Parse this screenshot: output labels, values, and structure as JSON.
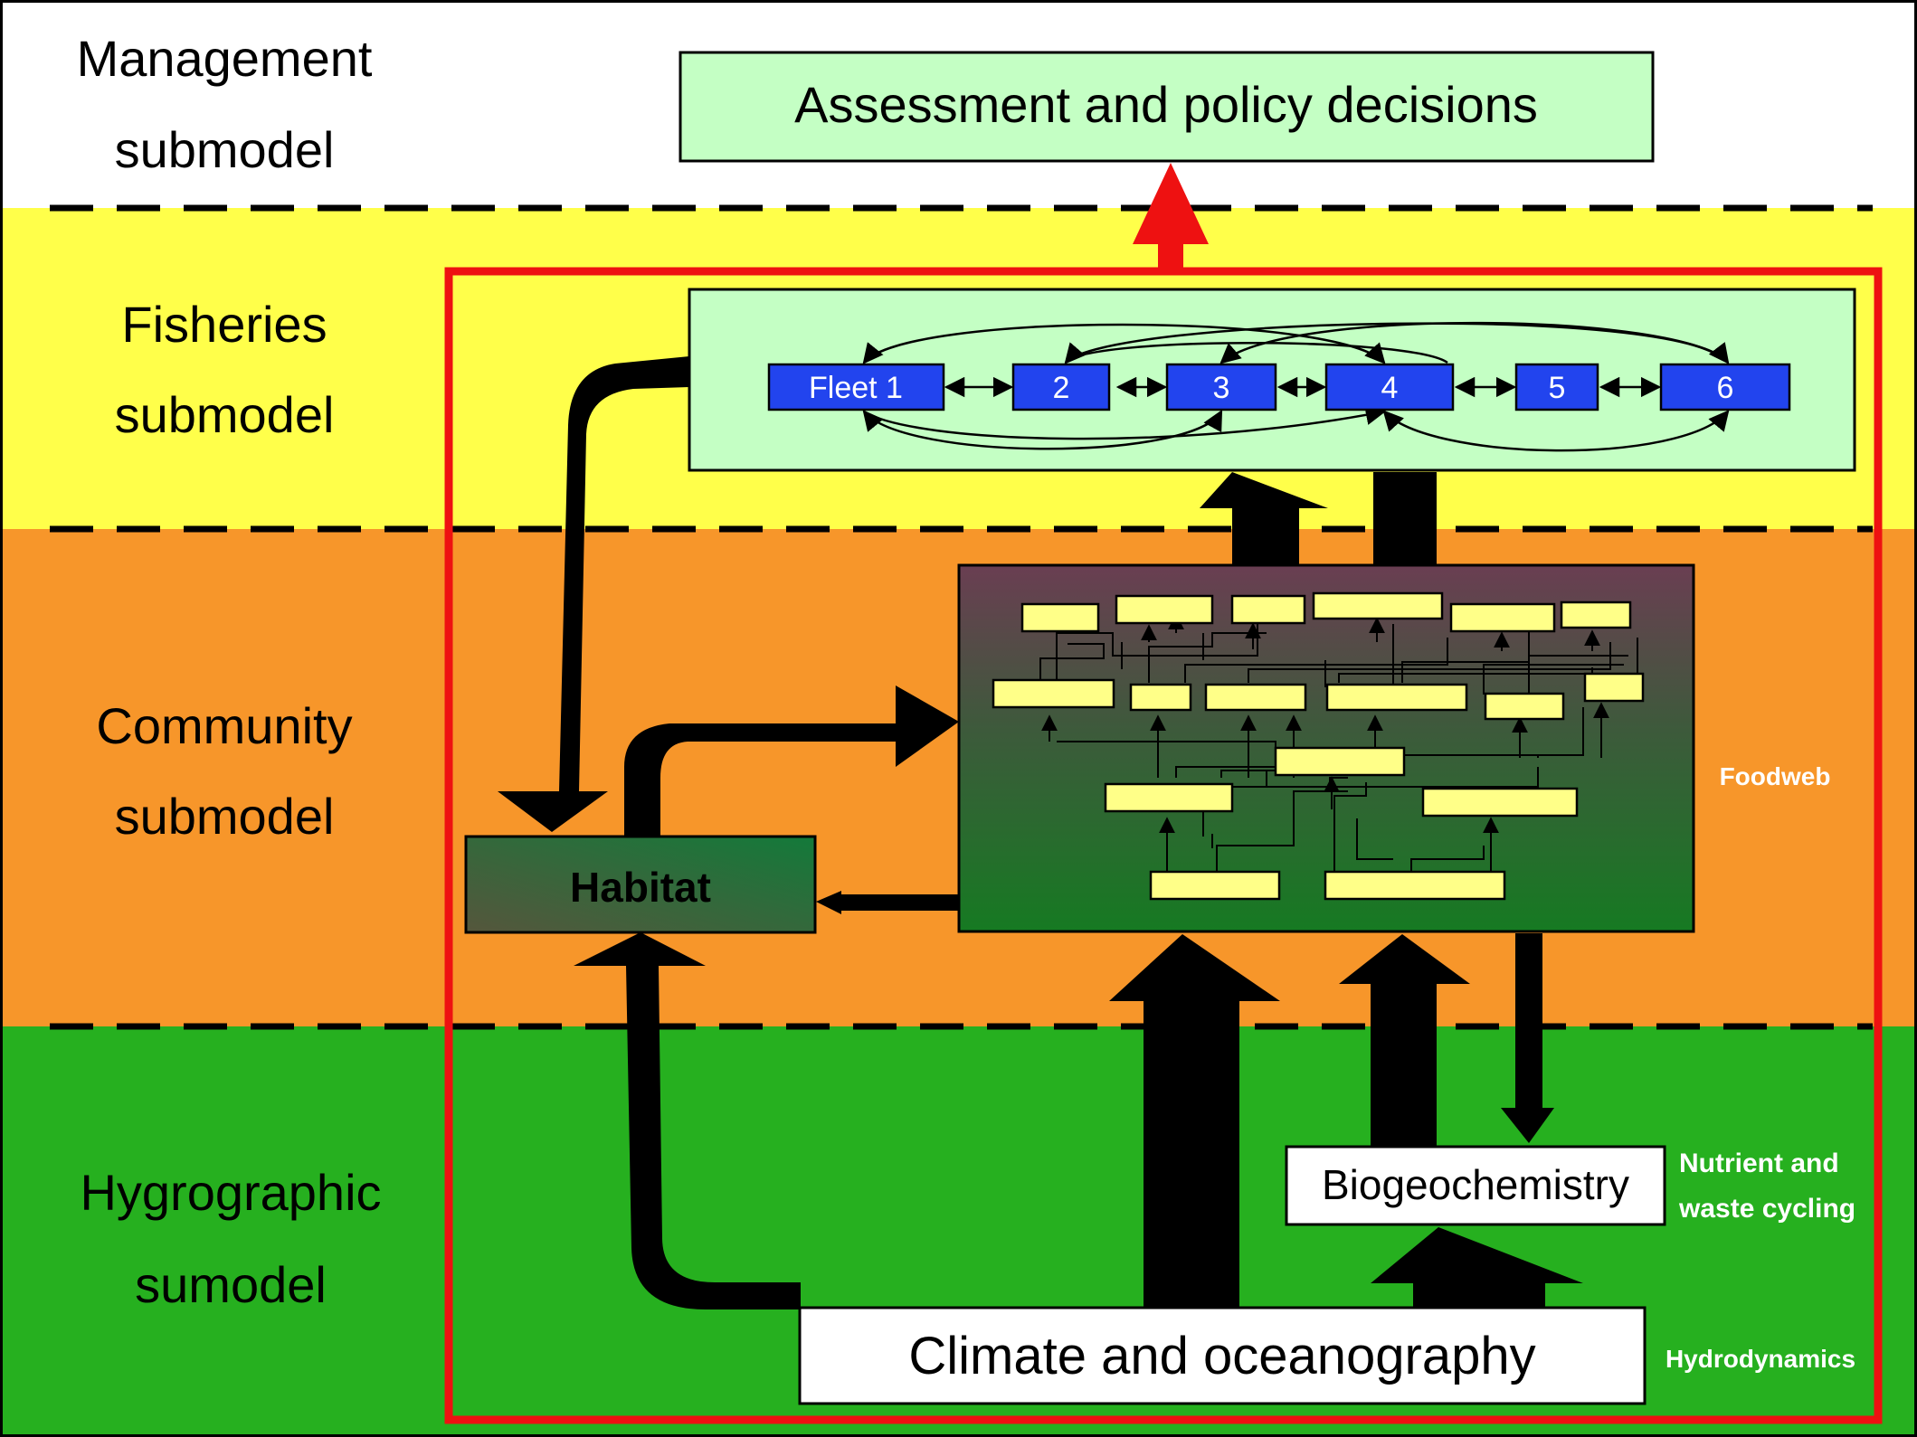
{
  "bands": {
    "management": {
      "line1": "Management",
      "line2": "submodel",
      "color": "#ffffff"
    },
    "fisheries": {
      "line1": "Fisheries",
      "line2": "submodel",
      "color": "#ffff4a"
    },
    "community": {
      "line1": "Community",
      "line2": "submodel",
      "color": "#f7962a"
    },
    "hydro": {
      "line1": "Hygrographic",
      "line2": "sumodel",
      "color": "#26b01f"
    }
  },
  "assessment": {
    "label": "Assessment and policy decisions",
    "color": "#c4ffc4"
  },
  "fleets": [
    "Fleet 1",
    "2",
    "3",
    "4",
    "5",
    "6"
  ],
  "fleet_color": "#2244ee",
  "habitat": {
    "label": "Habitat"
  },
  "foodweb": {
    "label": "Foodweb"
  },
  "biogeochemistry": {
    "label": "Biogeochemistry",
    "side_line1": "Nutrient and",
    "side_line2": "waste cycling"
  },
  "climate": {
    "label": "Climate and oceanography",
    "side": "Hydrodynamics"
  },
  "colors": {
    "boundary": "#ee1111",
    "arrow": "#000000",
    "node": "#ffff88"
  }
}
